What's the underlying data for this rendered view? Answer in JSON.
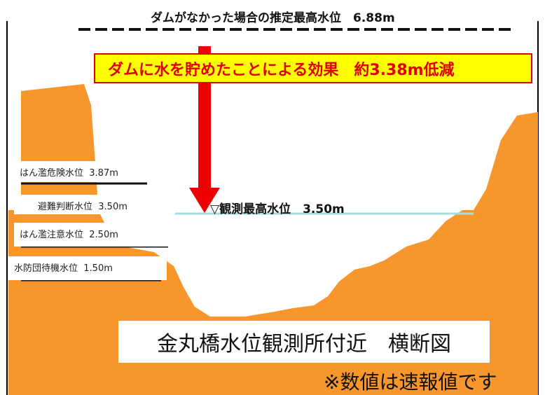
{
  "diagram": {
    "no_dam_level_text": "ダムがなかった場合の推定最高水位　6.88m",
    "effect_text": "ダムに水を貯めたことによる効果　約3.38m低減",
    "observed_level_text": "▽観測最高水位　3.50m",
    "title": "金丸橋水位観測所付近　横断図",
    "note": "※数値は速報値です",
    "water_levels": [
      {
        "label": "はん濫危険水位",
        "value": "3.87m"
      },
      {
        "label": "避難判断水位",
        "value": "3.50m"
      },
      {
        "label": "はん濫注意水位",
        "value": "2.50m"
      },
      {
        "label": "水防団待機水位",
        "value": "1.50m"
      }
    ],
    "colors": {
      "terrain": "#f7962c",
      "arrow": "#ee0000",
      "effect_box_fill": "#ffff00",
      "effect_box_text": "#e00000",
      "water_line": "#a7dcdc",
      "border": "#000000"
    }
  }
}
